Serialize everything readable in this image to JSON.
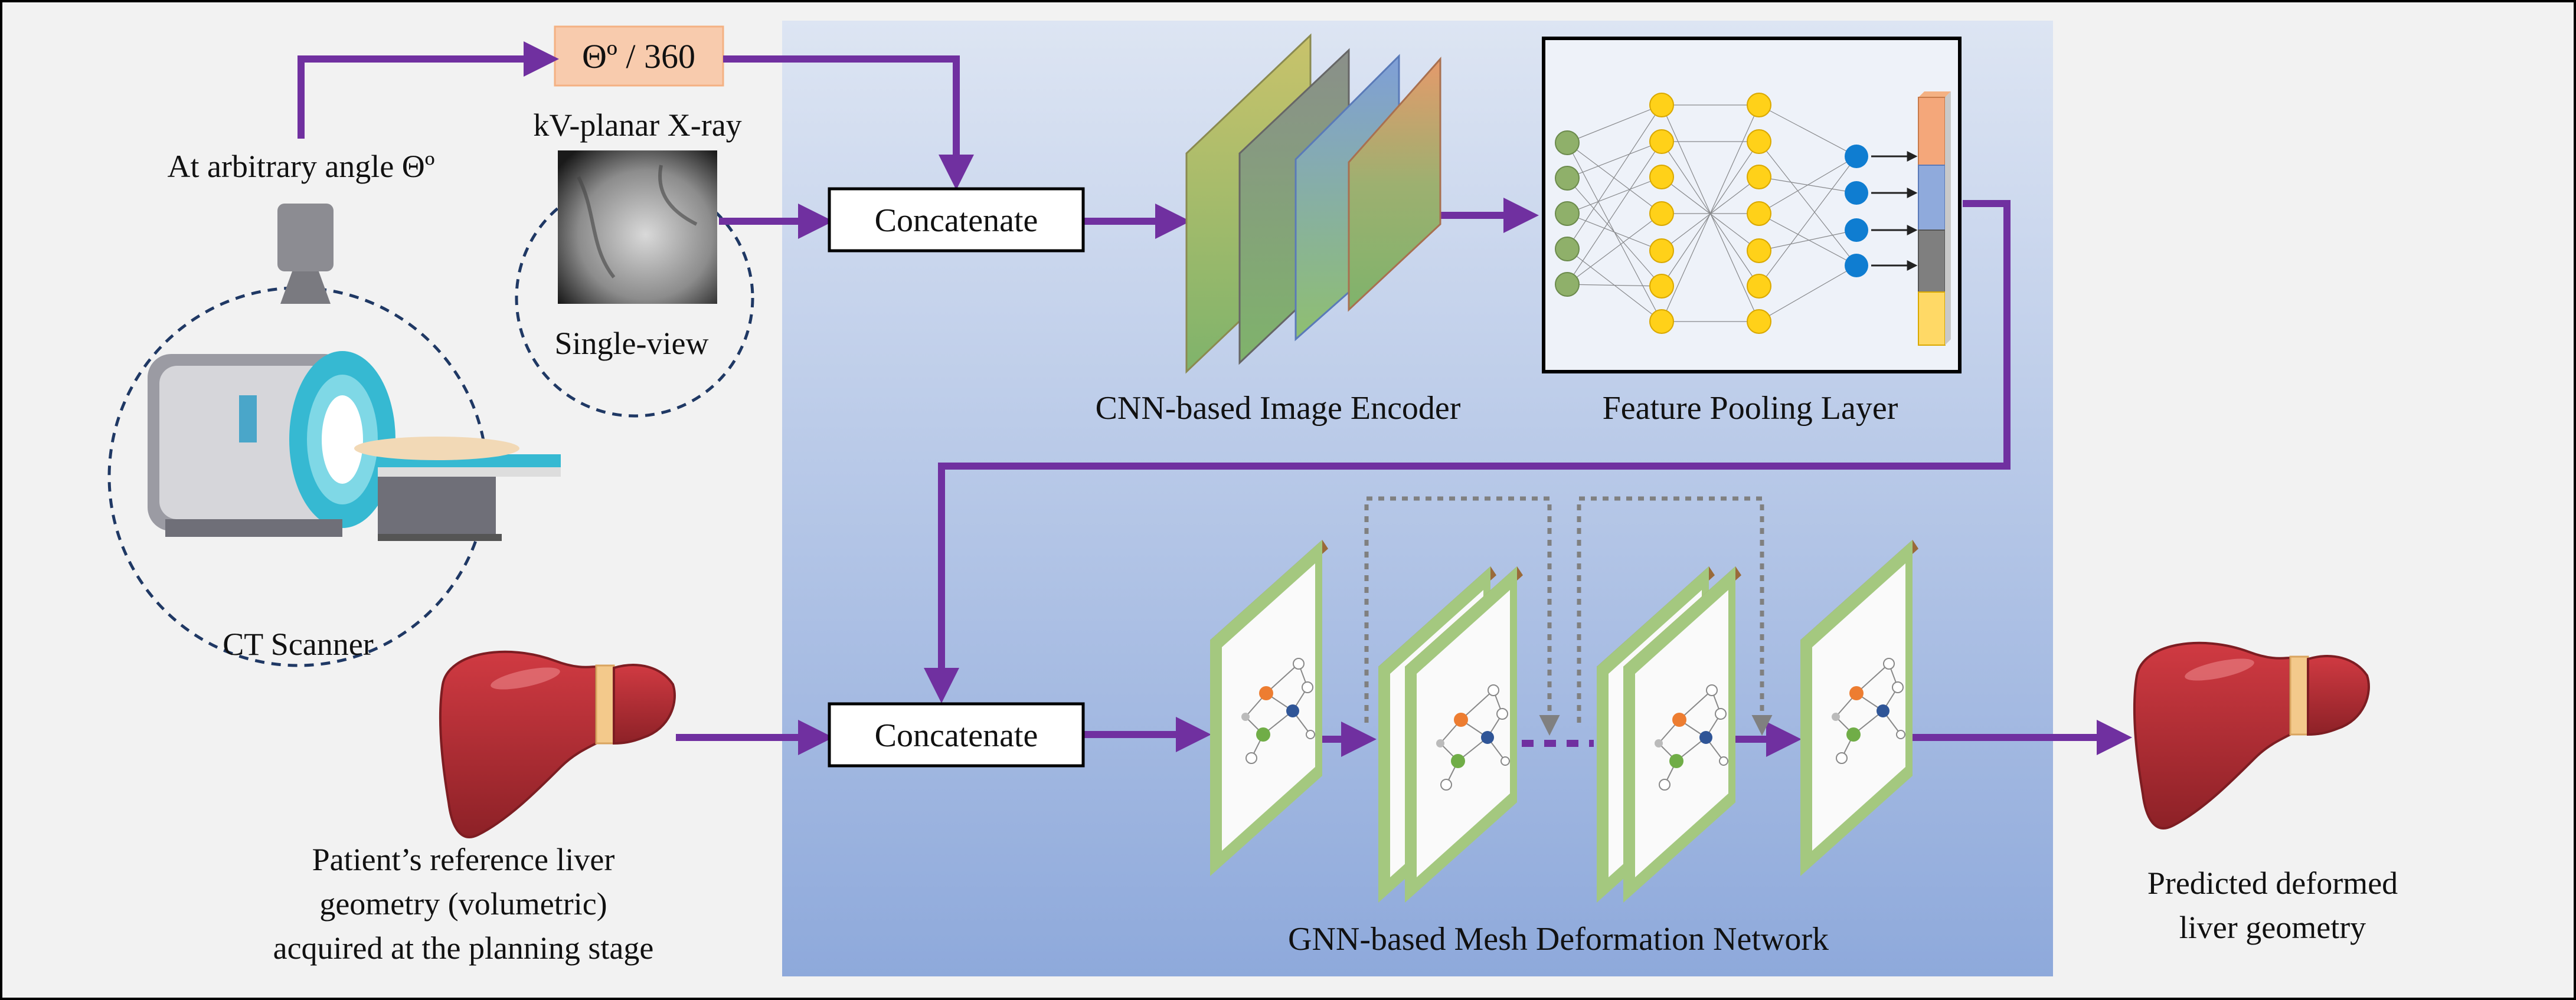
{
  "labels": {
    "angle_formula": "Θº / 360",
    "kv_xray": "kV-planar X-ray",
    "arbitrary_angle": "At arbitrary angle Θº",
    "single_view": "Single-view",
    "ct_scanner": "CT Scanner",
    "concatenate_top": "Concatenate",
    "concatenate_bottom": "Concatenate",
    "cnn_encoder": "CNN-based Image Encoder",
    "feature_pooling": "Feature Pooling Layer",
    "gnn_network": "GNN-based Mesh Deformation Network",
    "ref_liver_line1": "Patient’s reference liver",
    "ref_liver_line2": "geometry (volumetric)",
    "ref_liver_line3": "acquired at the planning stage",
    "pred_liver_line1": "Predicted deformed",
    "pred_liver_line2": "liver geometry"
  },
  "colors": {
    "arrow": "#7030a0",
    "panel_top": "#dbe4f3",
    "panel_bottom": "#8faadc",
    "angle_box": "#f8cbad",
    "liver": "#b22f35",
    "liver_dark": "#7d1d22",
    "ligament": "#f3c98b",
    "pool_input_node": "#8fb06a",
    "pool_hidden_node": "#ffd119",
    "pool_output_node": "#0f7dd1",
    "frame_wood": "#8b5a2b",
    "frame_green": "#9bc27a"
  }
}
